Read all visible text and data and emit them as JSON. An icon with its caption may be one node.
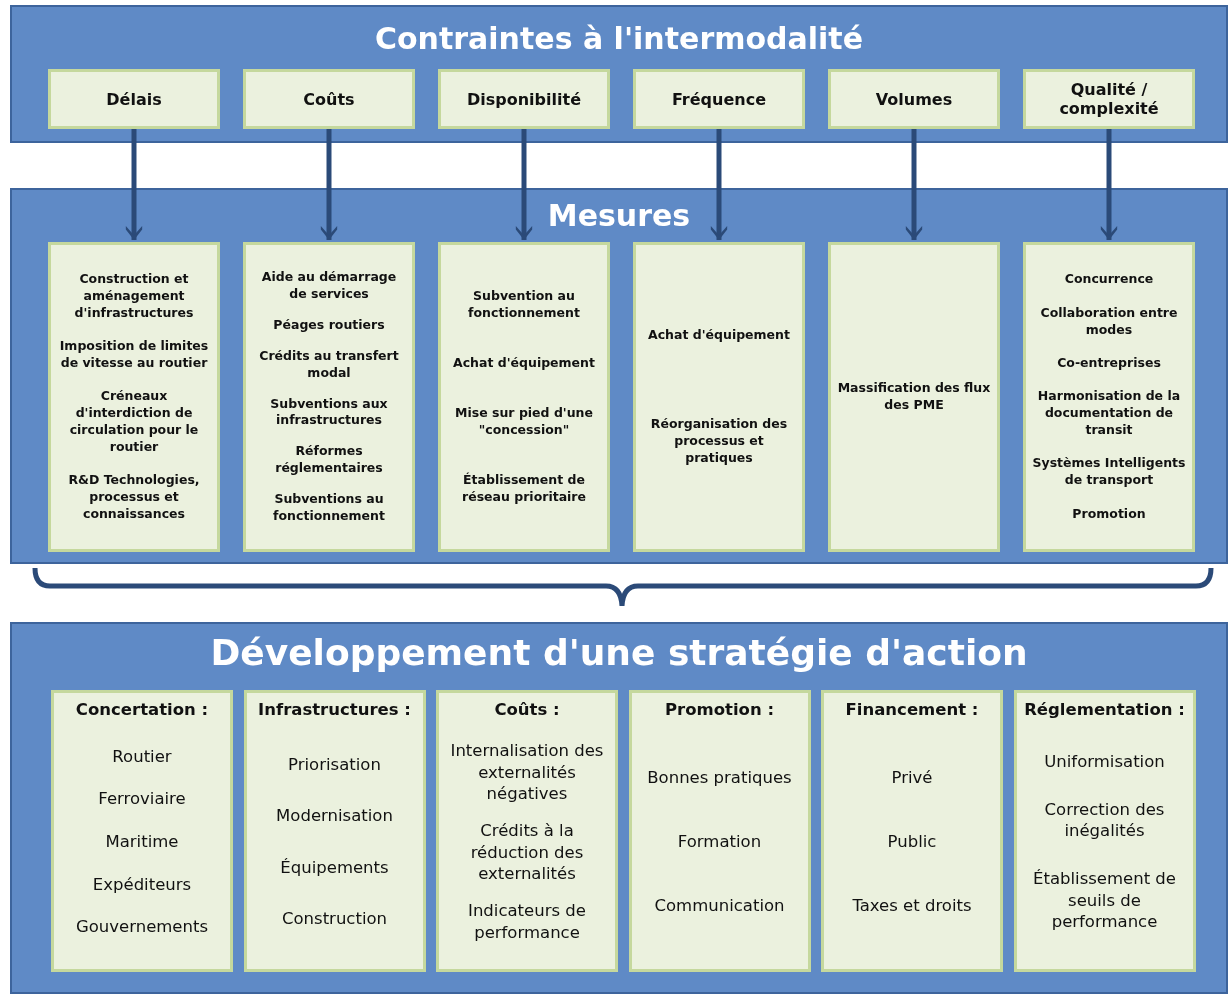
{
  "diagram": {
    "nodes": [
      {
        "text": [
          "Contraintes à l'intermodalité"
        ]
      },
      {
        "text": [
          "Délais"
        ],
        "in": 0
      },
      {
        "text": [
          "Coûts"
        ],
        "in": 0
      },
      {
        "text": [
          "Disponibilité"
        ],
        "in": 0
      },
      {
        "text": [
          "Fréquence"
        ],
        "in": 0
      },
      {
        "text": [
          "Volumes"
        ],
        "in": 0
      },
      {
        "text": [
          "Qualité / complexité"
        ],
        "in": 0
      },
      {
        "text": [
          "Mesures"
        ]
      },
      {
        "text": [
          "Construction et aménagement d'infrastructures",
          "Imposition de limites de vitesse au routier",
          "Créneaux d'interdiction de circulation pour le routier",
          "R&D Technologies, processus et connaissances"
        ],
        "in": 7
      },
      {
        "text": [
          "Aide au démarrage de services",
          "Péages routiers",
          "Crédits au transfert modal",
          "Subventions aux infrastructures",
          "Réformes réglementaires",
          "Subventions au fonctionnement"
        ],
        "in": 7
      },
      {
        "text": [
          "Subvention au fonctionnement",
          "Achat d'équipement",
          "Mise sur pied d'une \"concession\"",
          "Établissement de réseau prioritaire"
        ],
        "in": 7
      },
      {
        "text": [
          "Achat d'équipement",
          "Réorganisation des processus et pratiques"
        ],
        "in": 7
      },
      {
        "text": [
          "Massification des flux des PME"
        ],
        "in": 7
      },
      {
        "text": [
          "Concurrence",
          "Collaboration entre modes",
          "Co-entreprises",
          "Harmonisation de la documentation de transit",
          "Systèmes Intelligents de transport",
          "Promotion"
        ],
        "in": 7
      },
      {
        "text": [
          "Développement d'une stratégie d'action"
        ]
      },
      {
        "text": [
          "Concertation :",
          "Routier",
          "Ferroviaire",
          "Maritime",
          "Expéditeurs",
          "Gouvernements"
        ],
        "in": 14
      },
      {
        "text": [
          "Infrastructures :",
          "Priorisation",
          "Modernisation",
          "Équipements",
          "Construction"
        ],
        "in": 14
      },
      {
        "text": [
          "Coûts :",
          "Internalisation des externalités négatives",
          "Crédits à la réduction des externalités",
          "Indicateurs de performance"
        ],
        "in": 14
      },
      {
        "text": [
          "Promotion :",
          "Bonnes pratiques",
          "Formation",
          "Communication"
        ],
        "in": 14
      },
      {
        "text": [
          "Financement :",
          "Privé",
          "Public",
          "Taxes et droits"
        ],
        "in": 14
      },
      {
        "text": [
          "Réglementation :",
          "Uniformisation",
          "Correction des inégalités",
          "Établissement de seuils de performance"
        ],
        "in": 14
      }
    ],
    "edges": [
      {
        "from": 1,
        "to": 8,
        "arrow": "to"
      },
      {
        "from": 2,
        "to": 9,
        "arrow": "to"
      },
      {
        "from": 3,
        "to": 10,
        "arrow": "to"
      },
      {
        "from": 4,
        "to": 11,
        "arrow": "to"
      },
      {
        "from": 5,
        "to": 12,
        "arrow": "to"
      },
      {
        "from": 6,
        "to": 13,
        "arrow": "to"
      }
    ]
  }
}
